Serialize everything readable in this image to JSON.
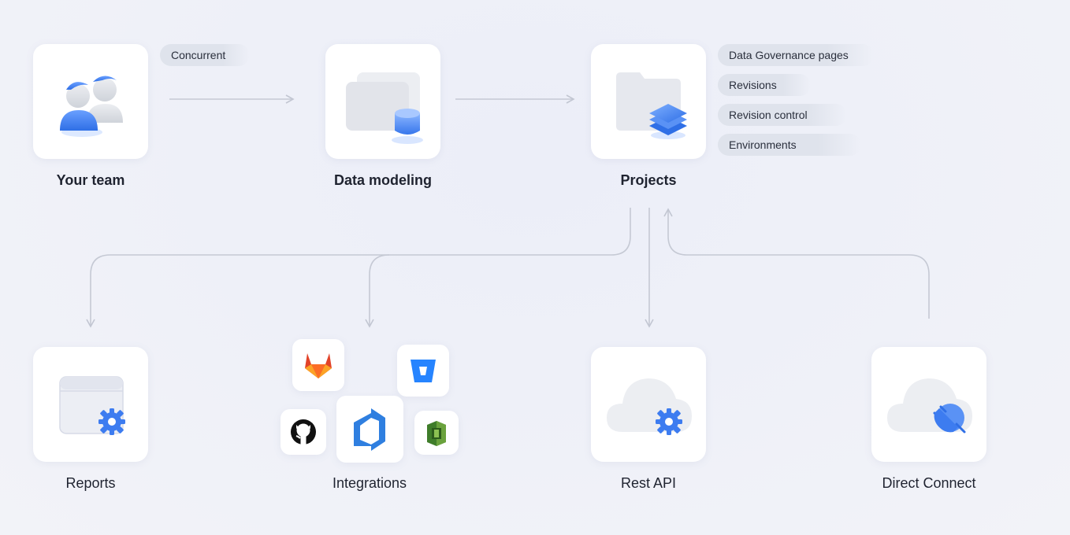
{
  "nodes": {
    "team": {
      "label": "Your team",
      "icon": "team-icon"
    },
    "modeling": {
      "label": "Data modeling",
      "icon": "database-icon"
    },
    "projects": {
      "label": "Projects",
      "icon": "folder-layers-icon"
    },
    "reports": {
      "label": "Reports",
      "icon": "report-settings-icon"
    },
    "integrations": {
      "label": "Integrations",
      "icons": [
        "gitlab-icon",
        "bitbucket-icon",
        "github-icon",
        "azure-devops-icon",
        "aws-codecommit-icon"
      ]
    },
    "rest_api": {
      "label": "Rest API",
      "icon": "cloud-gear-icon"
    },
    "direct_connect": {
      "label": "Direct Connect",
      "icon": "cloud-plug-icon"
    }
  },
  "edge_labels": {
    "team_to_modeling": "Concurrent"
  },
  "project_features": [
    "Data Governance pages",
    "Revisions",
    "Revision control",
    "Environments"
  ],
  "colors": {
    "accent": "#3d7cf0",
    "connector": "#c2c6d2",
    "text": "#1f2330",
    "pill": "#dfe3ec"
  }
}
